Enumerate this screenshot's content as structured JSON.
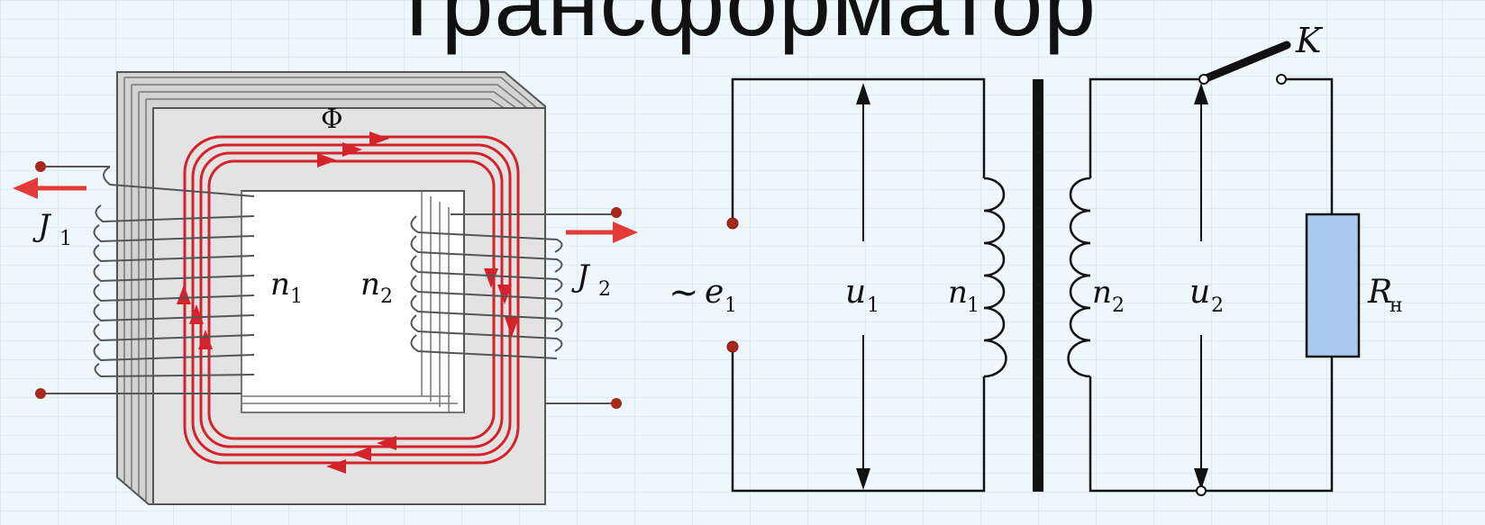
{
  "title": "Трансформатор",
  "transformer": {
    "flux_symbol": "Φ",
    "current_primary": "J",
    "current_primary_sub": "1",
    "current_secondary": "J",
    "current_secondary_sub": "2",
    "winding_primary": "n",
    "winding_primary_sub": "1",
    "winding_secondary": "n",
    "winding_secondary_sub": "2"
  },
  "circuit": {
    "source_symbol": "~",
    "emf": "e",
    "emf_sub": "1",
    "voltage_primary": "u",
    "voltage_primary_sub": "1",
    "voltage_secondary": "u",
    "voltage_secondary_sub": "2",
    "winding_primary": "n",
    "winding_primary_sub": "1",
    "winding_secondary": "n",
    "winding_secondary_sub": "2",
    "switch_label": "K",
    "load": "R",
    "load_sub": "н"
  },
  "colors": {
    "flux_lines": "#d4232b",
    "core": "#e1e1e1",
    "load_fill": "#a9c9ee",
    "terminal": "#a8281e"
  }
}
